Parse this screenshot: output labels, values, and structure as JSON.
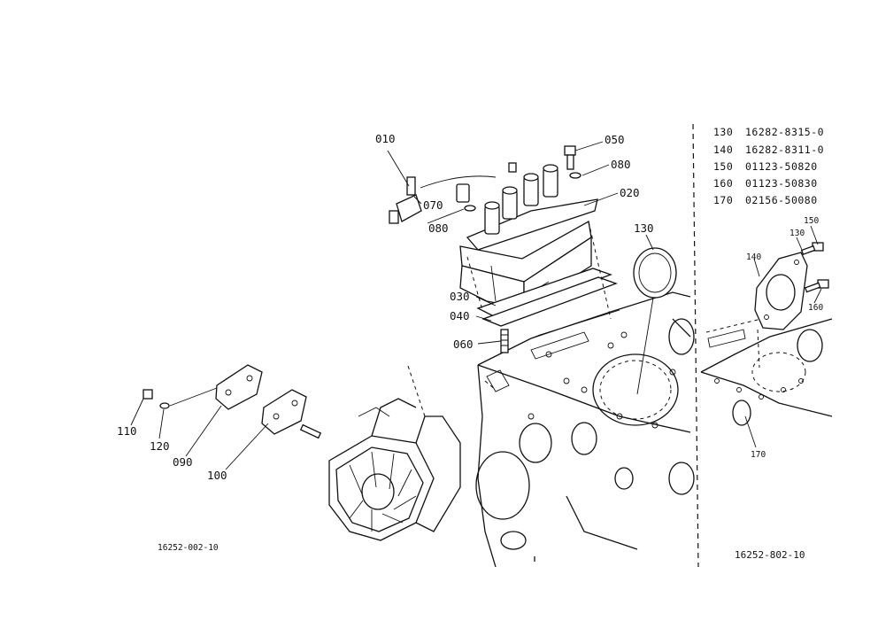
{
  "callouts": {
    "c010": "010",
    "c020": "020",
    "c030": "030",
    "c040": "040",
    "c050": "050",
    "c060": "060",
    "c070": "070",
    "c080a": "080",
    "c080b": "080",
    "c090": "090",
    "c100": "100",
    "c110": "110",
    "c120": "120",
    "c130": "130"
  },
  "inset_callouts": {
    "c130": "130",
    "c140": "140",
    "c150": "150",
    "c160": "160",
    "c170": "170"
  },
  "parts_table": [
    {
      "ref": "130",
      "part": "16282-8315-0"
    },
    {
      "ref": "140",
      "part": "16282-8311-0"
    },
    {
      "ref": "150",
      "part": "01123-50820"
    },
    {
      "ref": "160",
      "part": "01123-50830"
    },
    {
      "ref": "170",
      "part": "02156-50080"
    }
  ],
  "drawing_refs": {
    "left": "16252-002-10",
    "right": "16252-802-10"
  }
}
